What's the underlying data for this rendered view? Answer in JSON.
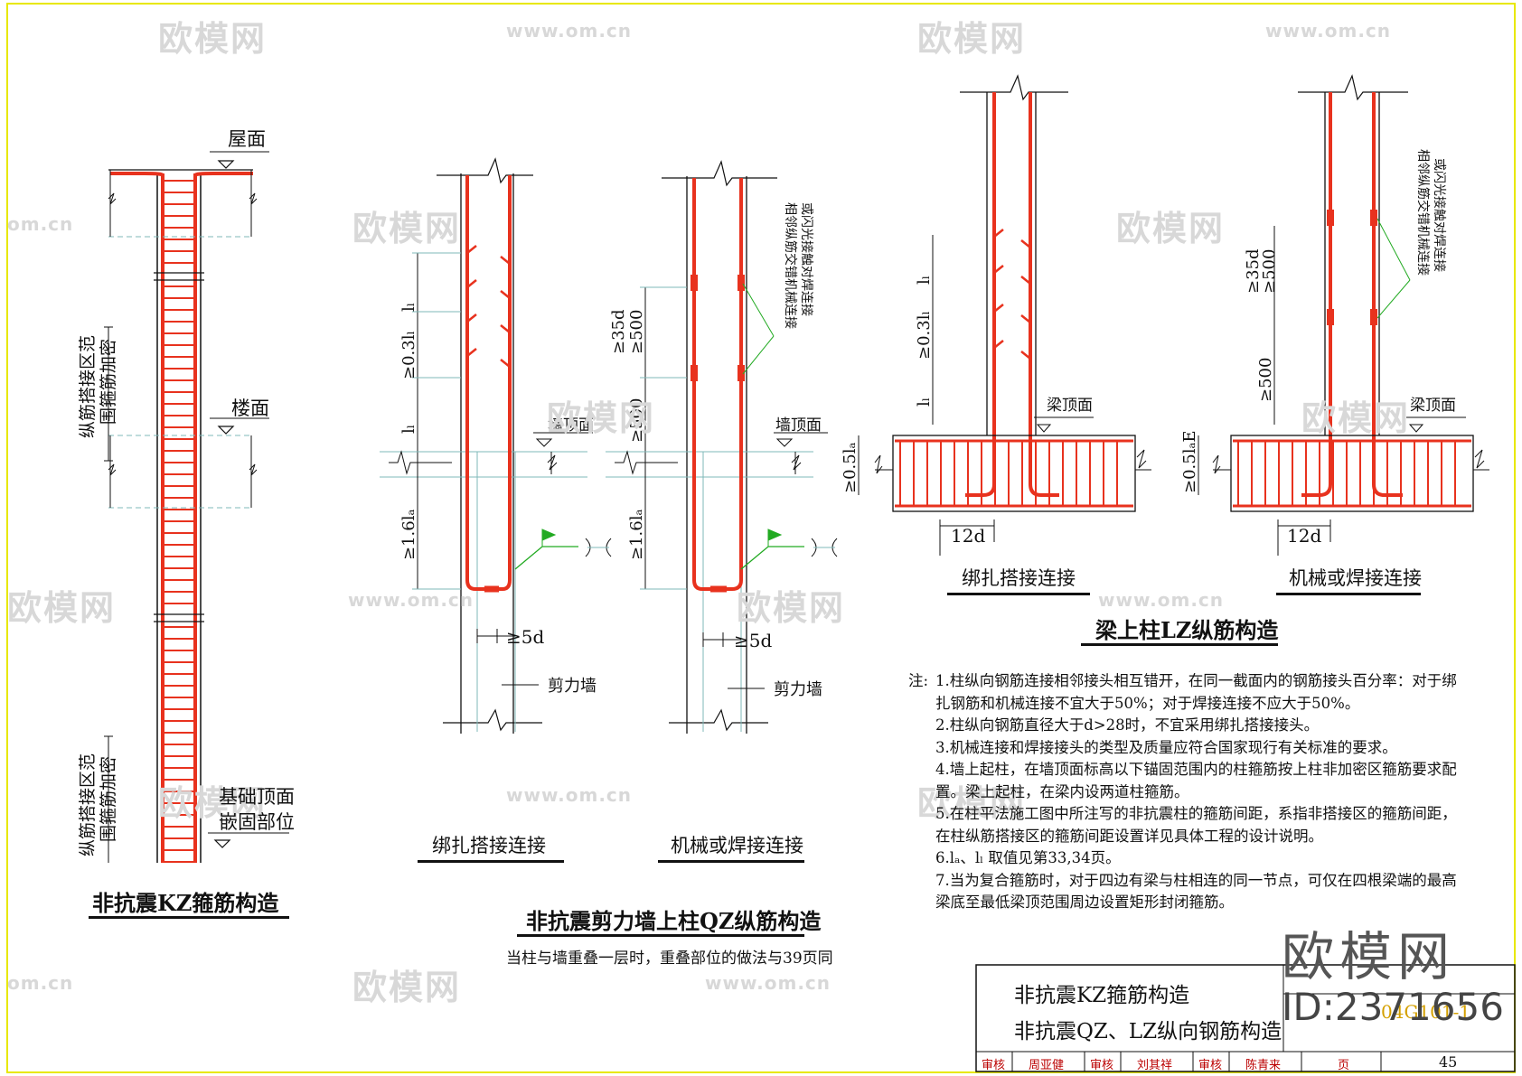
{
  "labels": {
    "roof": "屋面",
    "floor": "楼面",
    "found1": "基础顶面",
    "found2": "嵌固部位",
    "lap_zone_a": "纵筋搭接区范",
    "lap_zone_b": "围箍筋加密",
    "wall_top": "墙顶面",
    "beam_top": "梁顶面",
    "shear_wall": "剪力墙",
    "stagger_a": "相邻纵筋交错机械连接",
    "stagger_b": "或闪光接触对焊连接",
    "ll": "lₗ",
    "ge03ll": "≥0.3lₗ",
    "ge35d": "≥35d",
    "ge500": "≥500",
    "ge16la": "≥1.6lₐ",
    "ge05la": "≥0.5lₐ",
    "ge05lab": "≥0.5lₐE",
    "ge5d": "≥5d",
    "d12": "12d"
  },
  "captions": {
    "kz": "非抗震KZ箍筋构造",
    "bind": "绑扎搭接连接",
    "mech": "机械或焊接连接",
    "qz": "非抗震剪力墙上柱QZ纵筋构造",
    "qz_note": "当柱与墙重叠一层时，重叠部位的做法与39页同",
    "bind2": "绑扎搭接连接",
    "mech2": "机械或焊接连接",
    "lz": "梁上柱LZ纵筋构造"
  },
  "notes": {
    "prefix": "注:",
    "items": [
      {
        "n": "1.",
        "t": "柱纵向钢筋连接相邻接头相互错开，在同一截面内的钢筋接头百分率：对于绑扎钢筋和机械连接不宜大于50%；对于焊接连接不应大于50%。"
      },
      {
        "n": "2.",
        "t": "柱纵向钢筋直径大于d>28时，不宜采用绑扎搭接接头。"
      },
      {
        "n": "3.",
        "t": "机械连接和焊接接头的类型及质量应符合国家现行有关标准的要求。"
      },
      {
        "n": "4.",
        "t": "墙上起柱，在墙顶面标高以下锚固范围内的柱箍筋按上柱非加密区箍筋要求配置。梁上起柱，在梁内设两道柱箍筋。"
      },
      {
        "n": "5.",
        "t": "在柱平法施工图中所注写的非抗震柱的箍筋间距，系指非搭接区的箍筋间距，在柱纵筋搭接区的箍筋间距设置详见具体工程的设计说明。"
      },
      {
        "n": "6.",
        "t": "lₐ、lₗ 取值见第33,34页。"
      },
      {
        "n": "7.",
        "t": "当为复合箍筋时，对于四边有梁与柱相连的同一节点，可仅在四根梁端的最高梁底至最低梁顶范围周边设置矩形封闭箍筋。"
      }
    ]
  },
  "title_block": {
    "title1": "非抗震KZ箍筋构造",
    "title2": "非抗震QZ、LZ纵向钢筋构造",
    "atlas_no": "04G101-1",
    "review": "审核",
    "reviewer": "周亚健",
    "check": "审核",
    "checker": "刘其祥",
    "design": "审核",
    "designer": "陈青来",
    "page_label": "页",
    "page": "45"
  },
  "watermark": {
    "brand": "欧模网",
    "id": "ID:2371656",
    "url": "www.om.cn",
    "url_short": "om.cn"
  },
  "colors": {
    "rebar": "#e8321e",
    "ink": "#111111",
    "faint": "#7fb8b8",
    "green": "#22aa22",
    "border": "#e8e800"
  }
}
